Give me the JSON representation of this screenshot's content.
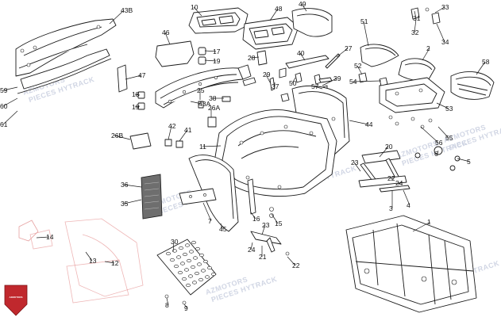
{
  "watermark": {
    "line1": "AZMOTORS",
    "line2": "PIECES HYTRACK",
    "logo_text": "AZMOTORS",
    "logo_color": "#c0282d"
  },
  "callouts": [
    "43B",
    "10",
    "48",
    "49",
    "31",
    "33",
    "32",
    "34",
    "51",
    "46",
    "17",
    "19",
    "28",
    "40",
    "27",
    "2",
    "58",
    "52",
    "47",
    "29",
    "37",
    "50",
    "39",
    "54",
    "18",
    "19",
    "43A",
    "25",
    "38",
    "26A",
    "57",
    "59",
    "60",
    "61",
    "53",
    "44",
    "42",
    "41",
    "26B",
    "11",
    "56",
    "55",
    "20",
    "6",
    "5",
    "23",
    "22",
    "24",
    "36",
    "35",
    "7",
    "16",
    "15",
    "45",
    "3",
    "4",
    "14",
    "13",
    "12",
    "30",
    "23",
    "24",
    "21",
    "22",
    "1",
    "8",
    "9"
  ],
  "parts": [
    "seat-cover",
    "seat",
    "left-side-panel",
    "left-rear-panel",
    "right-side-panel",
    "front-grille",
    "front-carrier",
    "rear-fender",
    "front-fender",
    "mud-flap",
    "footrest-board",
    "battery-box",
    "frame",
    "air-box",
    "rear-rack",
    "storage-box"
  ]
}
